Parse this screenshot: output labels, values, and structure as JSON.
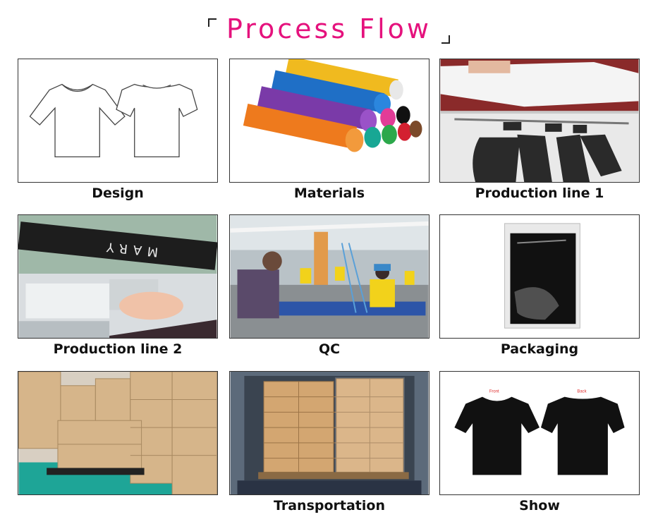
{
  "title": "Process Flow",
  "colors": {
    "title": "#e5127d",
    "frame_border": "#333333"
  },
  "steps": [
    {
      "label": "Design",
      "image": "tshirt-sketch-image"
    },
    {
      "label": "Materials",
      "image": "fabric-rolls-image"
    },
    {
      "label": "Production line 1",
      "image": "fabric-cutting-image"
    },
    {
      "label": "Production line 2",
      "image": "sewing-printing-image"
    },
    {
      "label": "QC",
      "image": "factory-workers-image"
    },
    {
      "label": "Packaging",
      "image": "packaged-shirt-image"
    },
    {
      "label": "",
      "image": "warehouse-boxes-image"
    },
    {
      "label": "Transportation",
      "image": "pallet-container-image"
    },
    {
      "label": "Show",
      "image": "black-tshirts-image"
    }
  ],
  "show_labels": {
    "front": "Front",
    "back": "Back"
  },
  "print_text": "MARY"
}
